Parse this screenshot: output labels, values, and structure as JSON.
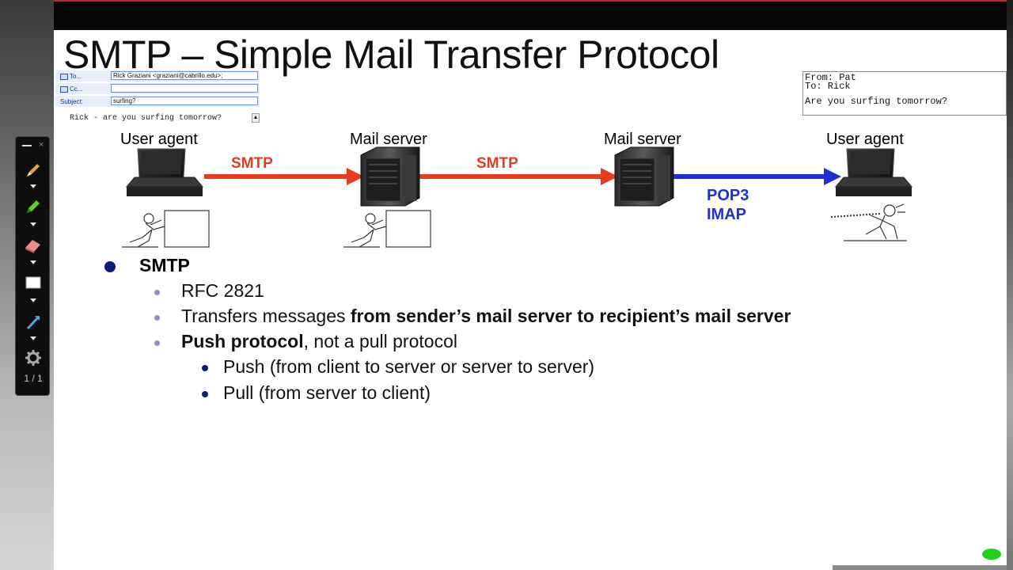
{
  "title": "SMTP – Simple Mail Transfer Protocol",
  "compose": {
    "to_label": "To...",
    "to_value": "Rick Graziani <graziani@cabrillo.edu>;",
    "cc_label": "Cc...",
    "cc_value": "",
    "subject_label": "Subject:",
    "subject_value": "surfing?",
    "body": "Rick - are you surfing tomorrow?"
  },
  "message": {
    "from": "From: Pat",
    "to": "To: Rick",
    "body": "Are you surfing tomorrow?"
  },
  "diagram": {
    "node1": "User agent",
    "node2": "Mail server",
    "node3": "Mail server",
    "node4": "User agent",
    "arrow1": "SMTP",
    "arrow2": "SMTP",
    "arrow3_line1": "POP3",
    "arrow3_line2": "IMAP"
  },
  "bullets": {
    "main": "SMTP",
    "rfc": "RFC 2821",
    "transfers_plain": "Transfers messages ",
    "transfers_bold": "from sender’s mail server to recipient’s mail server",
    "push_bold": "Push protocol",
    "push_plain": ", not a pull protocol",
    "push_detail": "Push (from client to server or server to server)",
    "pull_detail": "Pull  (from server to client)"
  },
  "toolbar": {
    "page_indicator": "1 / 1",
    "close_glyph": "×"
  },
  "colors": {
    "smtp_arrow": "#e83a1e",
    "pop_arrow": "#1d2fd6",
    "bullet_dark": "#0c1a7a",
    "bullet_light": "#8c8cc6",
    "indicator": "#1cd21c"
  },
  "icons": [
    "pen-icon",
    "highlighter-icon",
    "eraser-icon",
    "whiteboard-icon",
    "pointer-icon",
    "gear-icon",
    "laptop-icon",
    "server-icon"
  ]
}
